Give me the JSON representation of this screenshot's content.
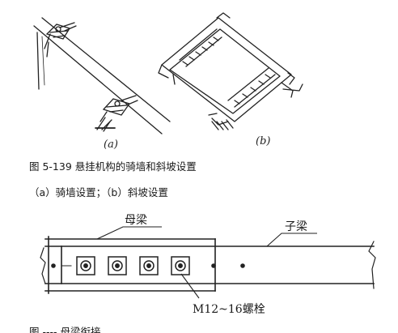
{
  "figure_top": {
    "label_a": "(a)",
    "label_b": "(b)"
  },
  "caption": {
    "main": "图 5-139 悬挂机构的骑墙和斜坡设置",
    "sub": "（a）骑墙设置；（b）斜坡设置"
  },
  "figure_bottom": {
    "label_mother_beam": "母梁",
    "label_child_beam": "子梁",
    "label_bolt": "M12~16螺栓",
    "footer_partial": "图 ---- 母梁衔接"
  }
}
